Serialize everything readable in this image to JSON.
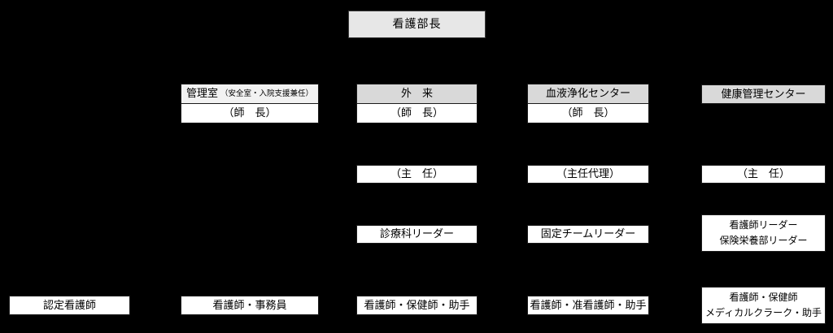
{
  "colors": {
    "background": "#000000",
    "box_fill": "#ffffff",
    "header_fill": "#d9d9d9",
    "admin_header_fill": "#f2f2f2",
    "top_box_fill": "#e7e7e7",
    "border": "#1a1a1a",
    "text": "#000000"
  },
  "org_chart": {
    "top": {
      "label": "看護部長"
    },
    "columns": [
      {
        "id": "kanrishitsu",
        "header": "管理室",
        "header_note": "（安全室・入院支援兼任）",
        "chief": "（師　長）",
        "staff": "看護師・事務員"
      },
      {
        "id": "gairai",
        "header": "外　来",
        "chief": "（師　長）",
        "deputy": "（主　任）",
        "leader": "診療科リーダー",
        "staff": "看護師・保健師・助手"
      },
      {
        "id": "ketsueki-joka-center",
        "header": "血液浄化センター",
        "chief": "（師　長）",
        "deputy": "（主任代理）",
        "leader": "固定チームリーダー",
        "staff": "看護師・准看護師・助手"
      },
      {
        "id": "kenko-kanri-center",
        "header": "健康管理センター",
        "deputy": "（主　任）",
        "leader_lines": [
          "看護師リーダー",
          "保険栄養部リーダー"
        ],
        "staff_lines": [
          "看護師・保健師",
          "メディカルクラーク・助手"
        ]
      }
    ],
    "standalone": {
      "certified_nurse": "認定看護師"
    }
  }
}
